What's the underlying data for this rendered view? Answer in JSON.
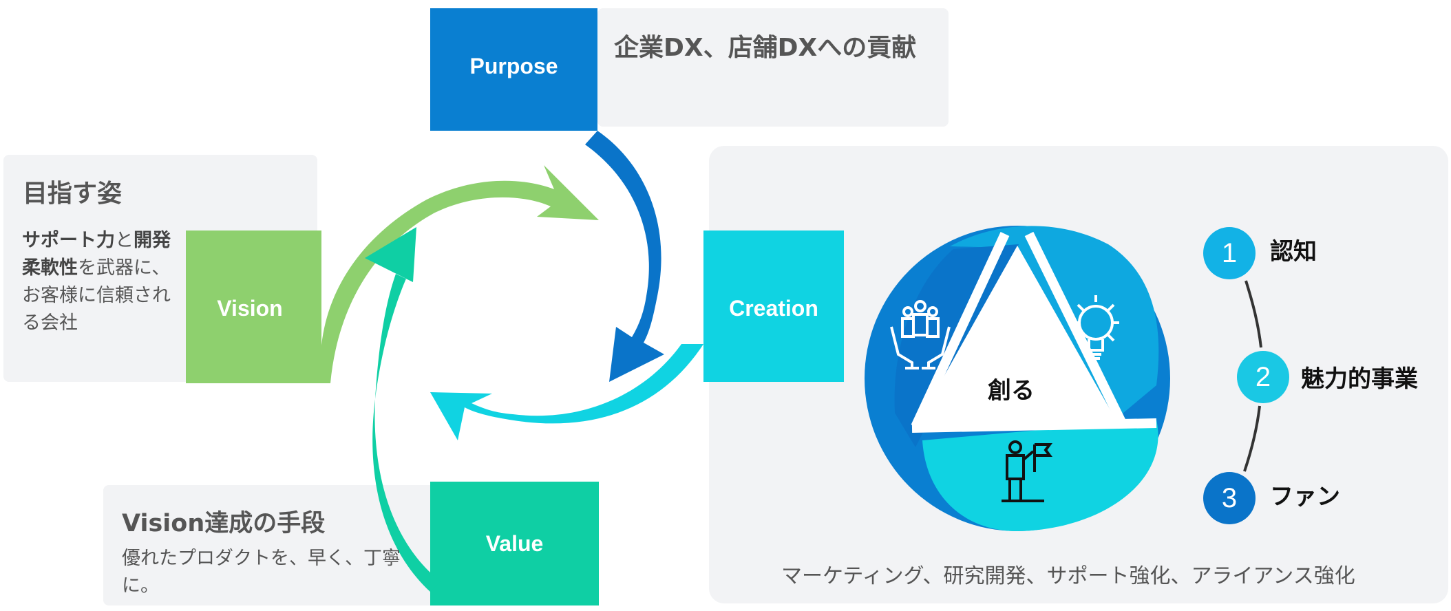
{
  "purpose": {
    "label": "Purpose",
    "description": "企業DX、店舗DXへの貢献",
    "color": "#0a7fd1"
  },
  "vision": {
    "label": "Vision",
    "title": "目指す姿",
    "text_bold_1": "サポート力",
    "text_1": "と",
    "text_bold_2": "開発柔軟性",
    "text_2": "を武器に、お客様に信頼される会社",
    "color": "#8ed06e"
  },
  "value": {
    "label": "Value",
    "title": "Vision達成の手段",
    "text": "優れたプロダクトを、早く、丁寧に。",
    "color": "#0fcfa4"
  },
  "creation": {
    "label": "Creation",
    "center_word": "創る",
    "caption": "マーケティング、研究開発、サポート強化、アライアンス強化",
    "color": "#10d3e2",
    "icons": [
      "people-care-icon",
      "lightbulb-icon",
      "leader-flag-icon"
    ],
    "steps": [
      {
        "number": "1",
        "label": "認知",
        "color": "#12b2e6"
      },
      {
        "number": "2",
        "label": "魅力的事業",
        "color": "#1ac8e4"
      },
      {
        "number": "3",
        "label": "ファン",
        "color": "#0a74c9"
      }
    ]
  }
}
